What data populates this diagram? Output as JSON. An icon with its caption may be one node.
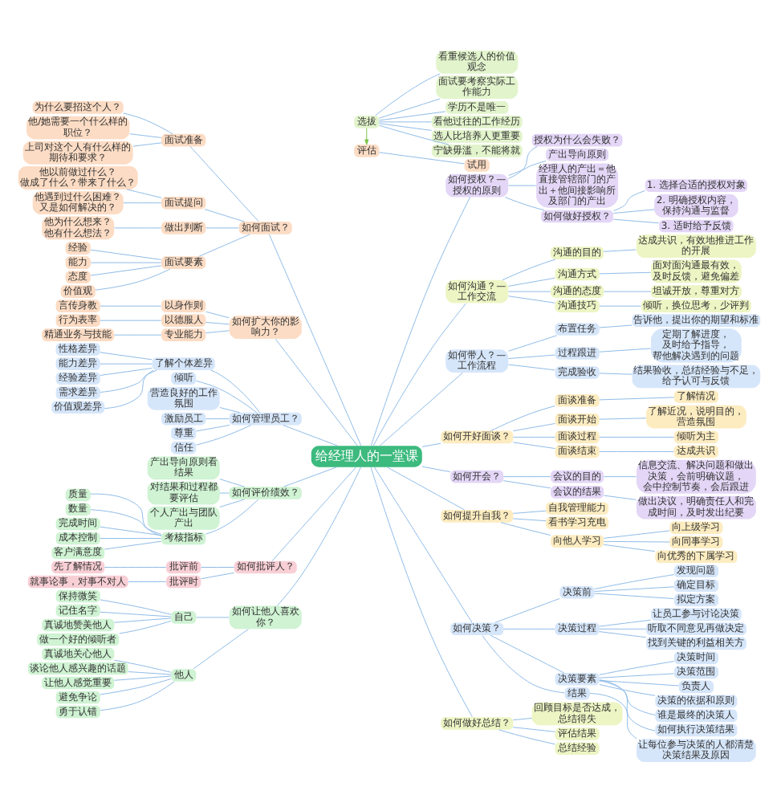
{
  "diagram": {
    "nodes": [
      {
        "text": [
          "给经理人的一堂课"
        ]
      },
      {
        "text": [
          "选拔"
        ]
      },
      {
        "text": [
          "看重候选人的价值观念"
        ]
      },
      {
        "text": [
          "面试要考察实际工作能力"
        ]
      },
      {
        "text": [
          "学历不是唯一"
        ]
      },
      {
        "text": [
          "看他过往的工作经历"
        ]
      },
      {
        "text": [
          "选人比培养人更重要"
        ]
      },
      {
        "text": [
          "宁缺毋滥，不能将就"
        ]
      },
      {
        "text": [
          "评估"
        ]
      },
      {
        "text": [
          "试用"
        ]
      },
      {
        "text": [
          "如何授权？— 授权的原则"
        ]
      },
      {
        "text": [
          "授权为什么会失败？"
        ]
      },
      {
        "text": [
          "产出导向原则"
        ]
      },
      {
        "text": [
          "经理人的产出＝他直接管辖部门的产出＋他间接影响所及部门的产出"
        ]
      },
      {
        "text": [
          "如何做好授权？"
        ]
      },
      {
        "text": [
          "1. 选择合适的授权对象"
        ]
      },
      {
        "text": [
          "2. 明确授权内容，保持沟通与监督"
        ]
      },
      {
        "text": [
          "3. 适时给予反馈"
        ]
      },
      {
        "text": [
          "如何沟通？— 工作交流"
        ]
      },
      {
        "text": [
          "沟通的目的"
        ]
      },
      {
        "text": [
          "达成共识，有效地推进工作的开展"
        ]
      },
      {
        "text": [
          "沟通方式"
        ]
      },
      {
        "text": [
          "面对面沟通最有效，及时反馈，避免偏差"
        ]
      },
      {
        "text": [
          "沟通的态度"
        ]
      },
      {
        "text": [
          "坦诚开放，尊重对方"
        ]
      },
      {
        "text": [
          "沟通技巧"
        ]
      },
      {
        "text": [
          "倾听，换位思考，少评判"
        ]
      },
      {
        "text": [
          "如何带人？— 工作流程"
        ]
      },
      {
        "text": [
          "布置任务"
        ]
      },
      {
        "text": [
          "告诉他，提出你的期望和标准"
        ]
      },
      {
        "text": [
          "过程跟进"
        ]
      },
      {
        "text": [
          "定期了解进度，及时给予指导，帮他解决遇到的问题"
        ]
      },
      {
        "text": [
          "完成验收"
        ]
      },
      {
        "text": [
          "结果验收，总结经验与不足，给予认可与反馈"
        ]
      },
      {
        "text": [
          "如何开好面谈？"
        ]
      },
      {
        "text": [
          "面谈准备"
        ]
      },
      {
        "text": [
          "了解情况"
        ]
      },
      {
        "text": [
          "面谈开始"
        ]
      },
      {
        "text": [
          "了解近况，说明目的，营造氛围"
        ]
      },
      {
        "text": [
          "面谈过程"
        ]
      },
      {
        "text": [
          "倾听为主"
        ]
      },
      {
        "text": [
          "面谈结束"
        ]
      },
      {
        "text": [
          "达成共识"
        ]
      },
      {
        "text": [
          "如何开会？"
        ]
      },
      {
        "text": [
          "会议的目的"
        ]
      },
      {
        "text": [
          "信息交流、解决问题和做出决策，会前明确议题，会中控制节奏，会后跟进"
        ]
      },
      {
        "text": [
          "会议的结果"
        ]
      },
      {
        "text": [
          "做出决议，明确责任人和完成时间，及时发出纪要"
        ]
      },
      {
        "text": [
          "如何提升自我？"
        ]
      },
      {
        "text": [
          "自我管理能力"
        ]
      },
      {
        "text": [
          "看书学习充电"
        ]
      },
      {
        "text": [
          "向他人学习"
        ]
      },
      {
        "text": [
          "向上级学习"
        ]
      },
      {
        "text": [
          "向同事学习"
        ]
      },
      {
        "text": [
          "向优秀的下属学习"
        ]
      },
      {
        "text": [
          "如何决策？"
        ]
      },
      {
        "text": [
          "决策前"
        ]
      },
      {
        "text": [
          "发现问题"
        ]
      },
      {
        "text": [
          "确定目标"
        ]
      },
      {
        "text": [
          "拟定方案"
        ]
      },
      {
        "text": [
          "决策过程"
        ]
      },
      {
        "text": [
          "让员工参与讨论决策"
        ]
      },
      {
        "text": [
          "听取不同意见再做决定"
        ]
      },
      {
        "text": [
          "找到关键的利益相关方"
        ]
      },
      {
        "text": [
          "决策要素"
        ]
      },
      {
        "text": [
          "决策时间"
        ]
      },
      {
        "text": [
          "决策范围"
        ]
      },
      {
        "text": [
          "负责人"
        ]
      },
      {
        "text": [
          "决策的依据和原则"
        ]
      },
      {
        "text": [
          "谁是最终的决策人"
        ]
      },
      {
        "text": [
          "如何执行决策结果"
        ]
      },
      {
        "text": [
          "结果"
        ]
      },
      {
        "text": [
          "让每位参与决策的人都清楚决策结果及原因"
        ]
      },
      {
        "text": [
          "如何做好总结？"
        ]
      },
      {
        "text": [
          "回顾目标是否达成，总结得失"
        ]
      },
      {
        "text": [
          "评估结果"
        ]
      },
      {
        "text": [
          "总结经验"
        ]
      },
      {
        "text": [
          "如何面试？"
        ]
      },
      {
        "text": [
          "面试准备"
        ]
      },
      {
        "text": [
          "为什么要招这个人？"
        ]
      },
      {
        "text": [
          "他/她需要一个什么样的职位？"
        ]
      },
      {
        "text": [
          "上司对这个人有什么样的期待和要求？"
        ]
      },
      {
        "text": [
          "面试提问"
        ]
      },
      {
        "text": [
          "他以前做过什么？做成了什么？带来了什么？"
        ]
      },
      {
        "text": [
          "他遇到过什么困难？又是如何解决的？"
        ]
      },
      {
        "text": [
          "做出判断"
        ]
      },
      {
        "text": [
          "他为什么想来？他有什么想法？"
        ]
      },
      {
        "text": [
          "面试要素"
        ]
      },
      {
        "text": [
          "经验"
        ]
      },
      {
        "text": [
          "能力"
        ]
      },
      {
        "text": [
          "态度"
        ]
      },
      {
        "text": [
          "价值观"
        ]
      },
      {
        "text": [
          "如何扩大你的影响力？"
        ]
      },
      {
        "text": [
          "以身作则"
        ]
      },
      {
        "text": [
          "言传身教"
        ]
      },
      {
        "text": [
          "以德服人"
        ]
      },
      {
        "text": [
          "行为表率"
        ]
      },
      {
        "text": [
          "专业能力"
        ]
      },
      {
        "text": [
          "精通业务与技能"
        ]
      },
      {
        "text": [
          "如何管理员工？"
        ]
      },
      {
        "text": [
          "了解个体差异"
        ]
      },
      {
        "text": [
          "性格差异"
        ]
      },
      {
        "text": [
          "能力差异"
        ]
      },
      {
        "text": [
          "经验差异"
        ]
      },
      {
        "text": [
          "需求差异"
        ]
      },
      {
        "text": [
          "价值观差异"
        ]
      },
      {
        "text": [
          "倾听"
        ]
      },
      {
        "text": [
          "营造良好的工作氛围"
        ]
      },
      {
        "text": [
          "激励员工"
        ]
      },
      {
        "text": [
          "尊重"
        ]
      },
      {
        "text": [
          "信任"
        ]
      },
      {
        "text": [
          "如何评价绩效？"
        ]
      },
      {
        "text": [
          "产出导向原则看结果"
        ]
      },
      {
        "text": [
          "对结果和过程都要评估"
        ]
      },
      {
        "text": [
          "个人产出与团队产出"
        ]
      },
      {
        "text": [
          "考核指标"
        ]
      },
      {
        "text": [
          "质量"
        ]
      },
      {
        "text": [
          "数量"
        ]
      },
      {
        "text": [
          "完成时间"
        ]
      },
      {
        "text": [
          "成本控制"
        ]
      },
      {
        "text": [
          "客户满意度"
        ]
      },
      {
        "text": [
          "如何批评人？"
        ]
      },
      {
        "text": [
          "批评前"
        ]
      },
      {
        "text": [
          "先了解情况"
        ]
      },
      {
        "text": [
          "批评时"
        ]
      },
      {
        "text": [
          "就事论事，对事不对人"
        ]
      },
      {
        "text": [
          "如何让他人喜欢你？"
        ]
      },
      {
        "text": [
          "自己"
        ]
      },
      {
        "text": [
          "保持微笑"
        ]
      },
      {
        "text": [
          "记住名字"
        ]
      },
      {
        "text": [
          "真诚地赞美他人"
        ]
      },
      {
        "text": [
          "做一个好的倾听者"
        ]
      },
      {
        "text": [
          "他人"
        ]
      },
      {
        "text": [
          "真诚地关心他人"
        ]
      },
      {
        "text": [
          "谈论他人感兴趣的话题"
        ]
      },
      {
        "text": [
          "让他人感觉重要"
        ]
      },
      {
        "text": [
          "避免争论"
        ]
      },
      {
        "text": [
          "勇于认错"
        ]
      }
    ],
    "edges": [
      {
        "from": 1,
        "to": 2,
        "arrow": "none"
      },
      {
        "from": 1,
        "to": 3,
        "arrow": "none"
      },
      {
        "from": 1,
        "to": 4,
        "arrow": "none"
      },
      {
        "from": 1,
        "to": 5,
        "arrow": "none"
      },
      {
        "from": 1,
        "to": 6,
        "arrow": "none"
      },
      {
        "from": 1,
        "to": 7,
        "arrow": "none"
      },
      {
        "from": 1,
        "to": 8,
        "arrow": "to",
        "color": "#7cc24a"
      },
      {
        "from": 8,
        "to": 9,
        "arrow": "none"
      },
      {
        "from": 0,
        "to": 10,
        "arrow": "none"
      },
      {
        "from": 10,
        "to": 11,
        "arrow": "none"
      },
      {
        "from": 10,
        "to": 12,
        "arrow": "none"
      },
      {
        "from": 10,
        "to": 13,
        "arrow": "none"
      },
      {
        "from": 10,
        "to": 14,
        "arrow": "none"
      },
      {
        "from": 14,
        "to": 15,
        "arrow": "none"
      },
      {
        "from": 14,
        "to": 16,
        "arrow": "none"
      },
      {
        "from": 14,
        "to": 17,
        "arrow": "none"
      },
      {
        "from": 0,
        "to": 18,
        "arrow": "none"
      },
      {
        "from": 18,
        "to": 19,
        "arrow": "none"
      },
      {
        "from": 19,
        "to": 20,
        "arrow": "none"
      },
      {
        "from": 18,
        "to": 21,
        "arrow": "none"
      },
      {
        "from": 21,
        "to": 22,
        "arrow": "none"
      },
      {
        "from": 18,
        "to": 23,
        "arrow": "none"
      },
      {
        "from": 23,
        "to": 24,
        "arrow": "none"
      },
      {
        "from": 18,
        "to": 25,
        "arrow": "none"
      },
      {
        "from": 25,
        "to": 26,
        "arrow": "none"
      },
      {
        "from": 0,
        "to": 27,
        "arrow": "none"
      },
      {
        "from": 27,
        "to": 28,
        "arrow": "none"
      },
      {
        "from": 28,
        "to": 29,
        "arrow": "none"
      },
      {
        "from": 27,
        "to": 30,
        "arrow": "none"
      },
      {
        "from": 30,
        "to": 31,
        "arrow": "none"
      },
      {
        "from": 27,
        "to": 32,
        "arrow": "none"
      },
      {
        "from": 32,
        "to": 33,
        "arrow": "none"
      },
      {
        "from": 0,
        "to": 34,
        "arrow": "none"
      },
      {
        "from": 34,
        "to": 35,
        "arrow": "none"
      },
      {
        "from": 35,
        "to": 36,
        "arrow": "none"
      },
      {
        "from": 34,
        "to": 37,
        "arrow": "none"
      },
      {
        "from": 37,
        "to": 38,
        "arrow": "none"
      },
      {
        "from": 34,
        "to": 39,
        "arrow": "none"
      },
      {
        "from": 39,
        "to": 40,
        "arrow": "none"
      },
      {
        "from": 34,
        "to": 41,
        "arrow": "none"
      },
      {
        "from": 41,
        "to": 42,
        "arrow": "none"
      },
      {
        "from": 0,
        "to": 43,
        "arrow": "none"
      },
      {
        "from": 43,
        "to": 44,
        "arrow": "none"
      },
      {
        "from": 44,
        "to": 45,
        "arrow": "none"
      },
      {
        "from": 43,
        "to": 46,
        "arrow": "none"
      },
      {
        "from": 46,
        "to": 47,
        "arrow": "none"
      },
      {
        "from": 0,
        "to": 48,
        "arrow": "none"
      },
      {
        "from": 48,
        "to": 49,
        "arrow": "none"
      },
      {
        "from": 48,
        "to": 50,
        "arrow": "none"
      },
      {
        "from": 48,
        "to": 51,
        "arrow": "none"
      },
      {
        "from": 51,
        "to": 52,
        "arrow": "none"
      },
      {
        "from": 51,
        "to": 53,
        "arrow": "none"
      },
      {
        "from": 51,
        "to": 54,
        "arrow": "none"
      },
      {
        "from": 0,
        "to": 55,
        "arrow": "none"
      },
      {
        "from": 55,
        "to": 56,
        "arrow": "none"
      },
      {
        "from": 56,
        "to": 57,
        "arrow": "none"
      },
      {
        "from": 56,
        "to": 58,
        "arrow": "none"
      },
      {
        "from": 56,
        "to": 59,
        "arrow": "none"
      },
      {
        "from": 55,
        "to": 60,
        "arrow": "none"
      },
      {
        "from": 60,
        "to": 61,
        "arrow": "none"
      },
      {
        "from": 60,
        "to": 62,
        "arrow": "none"
      },
      {
        "from": 60,
        "to": 63,
        "arrow": "none"
      },
      {
        "from": 55,
        "to": 64,
        "arrow": "none"
      },
      {
        "from": 64,
        "to": 65,
        "arrow": "none"
      },
      {
        "from": 64,
        "to": 66,
        "arrow": "none"
      },
      {
        "from": 64,
        "to": 67,
        "arrow": "none"
      },
      {
        "from": 64,
        "to": 68,
        "arrow": "none"
      },
      {
        "from": 64,
        "to": 69,
        "arrow": "none"
      },
      {
        "from": 64,
        "to": 70,
        "arrow": "none"
      },
      {
        "from": 55,
        "to": 71,
        "arrow": "none"
      },
      {
        "from": 71,
        "to": 72,
        "arrow": "none"
      },
      {
        "from": 0,
        "to": 73,
        "arrow": "none"
      },
      {
        "from": 73,
        "to": 74,
        "arrow": "none"
      },
      {
        "from": 73,
        "to": 75,
        "arrow": "none"
      },
      {
        "from": 73,
        "to": 76,
        "arrow": "none"
      },
      {
        "from": 0,
        "to": 77,
        "arrow": "none"
      },
      {
        "from": 77,
        "to": 78,
        "arrow": "none"
      },
      {
        "from": 78,
        "to": 79,
        "arrow": "none"
      },
      {
        "from": 78,
        "to": 80,
        "arrow": "none"
      },
      {
        "from": 78,
        "to": 81,
        "arrow": "none"
      },
      {
        "from": 77,
        "to": 82,
        "arrow": "none"
      },
      {
        "from": 82,
        "to": 83,
        "arrow": "none"
      },
      {
        "from": 82,
        "to": 84,
        "arrow": "none"
      },
      {
        "from": 77,
        "to": 85,
        "arrow": "none"
      },
      {
        "from": 85,
        "to": 86,
        "arrow": "none"
      },
      {
        "from": 77,
        "to": 87,
        "arrow": "none"
      },
      {
        "from": 87,
        "to": 88,
        "arrow": "none"
      },
      {
        "from": 87,
        "to": 89,
        "arrow": "none"
      },
      {
        "from": 87,
        "to": 90,
        "arrow": "none"
      },
      {
        "from": 87,
        "to": 91,
        "arrow": "none"
      },
      {
        "from": 0,
        "to": 92,
        "arrow": "none"
      },
      {
        "from": 92,
        "to": 93,
        "arrow": "none"
      },
      {
        "from": 93,
        "to": 94,
        "arrow": "none"
      },
      {
        "from": 92,
        "to": 95,
        "arrow": "none"
      },
      {
        "from": 95,
        "to": 96,
        "arrow": "none"
      },
      {
        "from": 92,
        "to": 97,
        "arrow": "none"
      },
      {
        "from": 97,
        "to": 98,
        "arrow": "none"
      },
      {
        "from": 0,
        "to": 99,
        "arrow": "none"
      },
      {
        "from": 99,
        "to": 100,
        "arrow": "none"
      },
      {
        "from": 100,
        "to": 101,
        "arrow": "none"
      },
      {
        "from": 100,
        "to": 102,
        "arrow": "none"
      },
      {
        "from": 100,
        "to": 103,
        "arrow": "none"
      },
      {
        "from": 100,
        "to": 104,
        "arrow": "none"
      },
      {
        "from": 100,
        "to": 105,
        "arrow": "none"
      },
      {
        "from": 99,
        "to": 106,
        "arrow": "none"
      },
      {
        "from": 99,
        "to": 107,
        "arrow": "none"
      },
      {
        "from": 99,
        "to": 108,
        "arrow": "none"
      },
      {
        "from": 99,
        "to": 109,
        "arrow": "none"
      },
      {
        "from": 99,
        "to": 110,
        "arrow": "none"
      },
      {
        "from": 0,
        "to": 111,
        "arrow": "none"
      },
      {
        "from": 111,
        "to": 112,
        "arrow": "none"
      },
      {
        "from": 111,
        "to": 113,
        "arrow": "none"
      },
      {
        "from": 111,
        "to": 114,
        "arrow": "none"
      },
      {
        "from": 111,
        "to": 115,
        "arrow": "none"
      },
      {
        "from": 115,
        "to": 116,
        "arrow": "none"
      },
      {
        "from": 115,
        "to": 117,
        "arrow": "none"
      },
      {
        "from": 115,
        "to": 118,
        "arrow": "none"
      },
      {
        "from": 115,
        "to": 119,
        "arrow": "none"
      },
      {
        "from": 115,
        "to": 120,
        "arrow": "none"
      },
      {
        "from": 0,
        "to": 121,
        "arrow": "none"
      },
      {
        "from": 121,
        "to": 122,
        "arrow": "none"
      },
      {
        "from": 122,
        "to": 123,
        "arrow": "none"
      },
      {
        "from": 121,
        "to": 124,
        "arrow": "none"
      },
      {
        "from": 124,
        "to": 125,
        "arrow": "none"
      },
      {
        "from": 0,
        "to": 126,
        "arrow": "none"
      },
      {
        "from": 126,
        "to": 127,
        "arrow": "none"
      },
      {
        "from": 127,
        "to": 128,
        "arrow": "none"
      },
      {
        "from": 127,
        "to": 129,
        "arrow": "none"
      },
      {
        "from": 127,
        "to": 130,
        "arrow": "none"
      },
      {
        "from": 127,
        "to": 131,
        "arrow": "none"
      },
      {
        "from": 126,
        "to": 132,
        "arrow": "none"
      },
      {
        "from": 132,
        "to": 133,
        "arrow": "none"
      },
      {
        "from": 132,
        "to": 134,
        "arrow": "none"
      },
      {
        "from": 132,
        "to": 135,
        "arrow": "none"
      },
      {
        "from": 132,
        "to": 136,
        "arrow": "none"
      },
      {
        "from": 132,
        "to": 137,
        "arrow": "none"
      }
    ]
  }
}
